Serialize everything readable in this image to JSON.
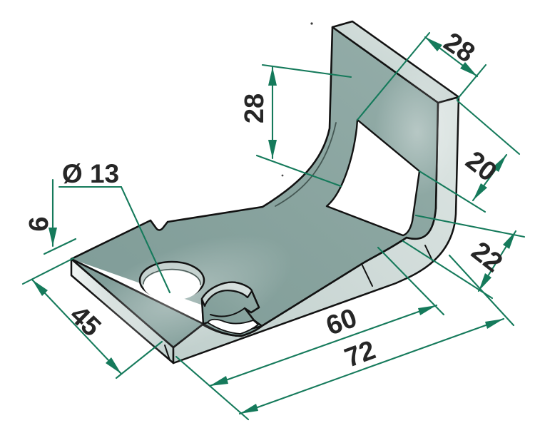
{
  "drawing": {
    "type": "isometric-technical-drawing",
    "part": "sheet-metal angle bracket",
    "labels": {
      "hole_diameter": "Ø 13",
      "plate_thickness": "6",
      "plate_width": "45",
      "length_total": "72",
      "length_to_bend": "60",
      "wall_height": "28",
      "window_width": "28",
      "leg_upper": "20",
      "leg_lower": "22"
    },
    "colors": {
      "dimension_green": "#157a5b",
      "metal_face_dark": "#87a29d",
      "metal_face_light": "#c6d3d0",
      "outline_black": "#121212",
      "label_text": "#262626",
      "background": "#ffffff"
    }
  }
}
